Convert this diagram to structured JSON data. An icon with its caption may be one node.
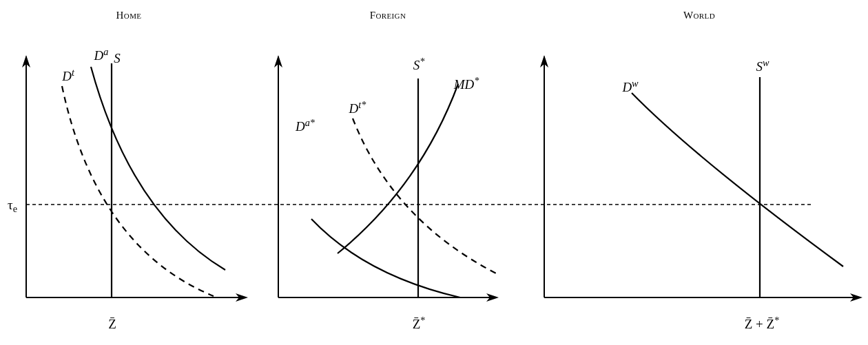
{
  "diagram": {
    "labels": [
      "Home",
      "Foreign",
      "World",
      "D$^{a}$",
      "S",
      "S$^{*}$",
      "S$^{w}$",
      "D$^{t}$",
      "MD$^{*}$",
      "D$^{w}$",
      "D$^{t*}$",
      "D$^{a*}$",
      "τ$_{e}$",
      "Z̄",
      "Z̄$^{*}$",
      "Z̄ + Z̄$^{*}$"
    ]
  }
}
